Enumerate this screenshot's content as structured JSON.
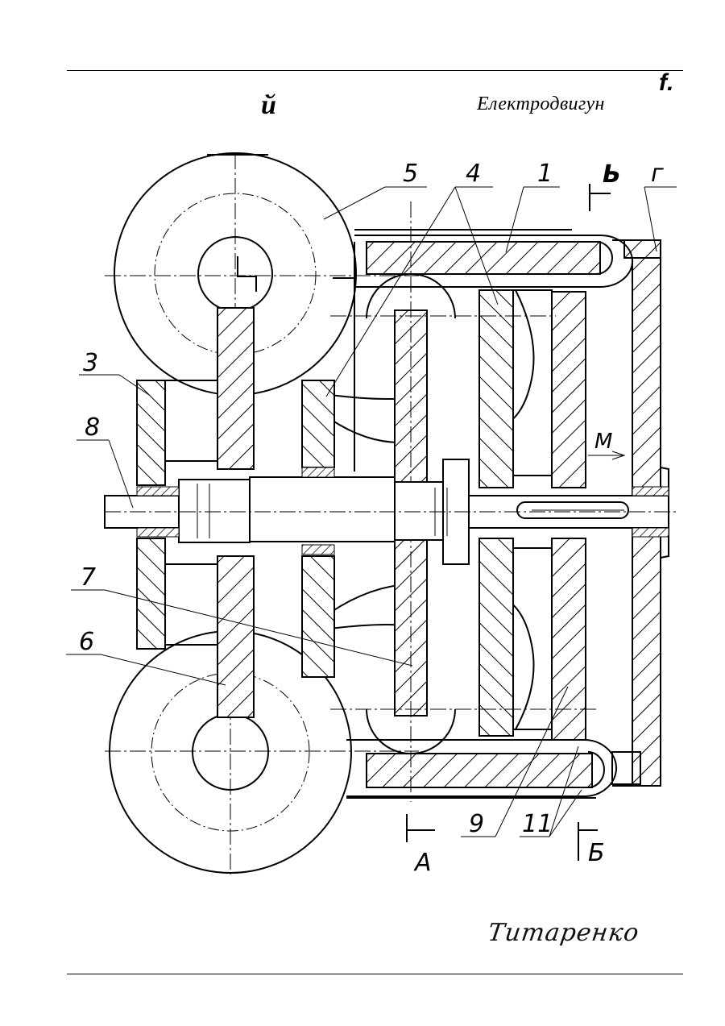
{
  "header": {
    "letter": "й",
    "mark": "f.",
    "title": "Електродвигун"
  },
  "drawing": {
    "part_labels": [
      "5",
      "4",
      "1",
      "3",
      "8",
      "7",
      "6",
      "9",
      "11"
    ],
    "section_labels": [
      "Ь",
      "г",
      "М",
      "А",
      "Б"
    ]
  },
  "footer": {
    "signature": "Титаренко"
  }
}
